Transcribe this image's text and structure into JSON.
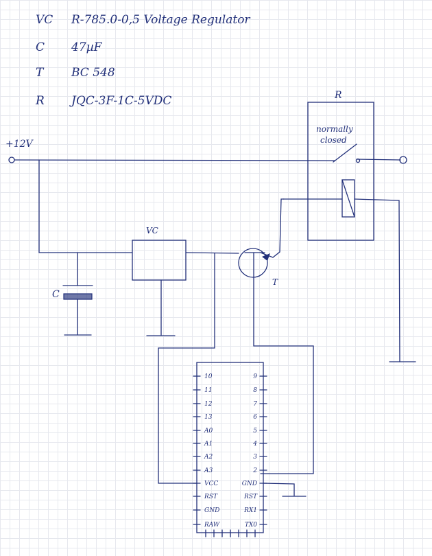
{
  "legend": [
    {
      "symbol": "VC",
      "desc": "R-785.0-0,5 Voltage Regulator"
    },
    {
      "symbol": "C",
      "desc": "47µF"
    },
    {
      "symbol": "T",
      "desc": "BC 548"
    },
    {
      "symbol": "R",
      "desc": "JQC-3F-1C-5VDC"
    }
  ],
  "labels": {
    "supply": "+12V",
    "relay": "R",
    "contact": "normally",
    "contact2": "closed",
    "regulator": "VC",
    "capacitor": "C",
    "transistor": "T"
  },
  "mcu": {
    "left_pins": [
      "10",
      "11",
      "12",
      "13",
      "A0",
      "A1",
      "A2",
      "A3",
      "VCC",
      "RST",
      "GND",
      "RAW"
    ],
    "right_pins": [
      "9",
      "8",
      "7",
      "6",
      "5",
      "4",
      "3",
      "2",
      "GND",
      "RST",
      "RX1",
      "TX0"
    ]
  }
}
